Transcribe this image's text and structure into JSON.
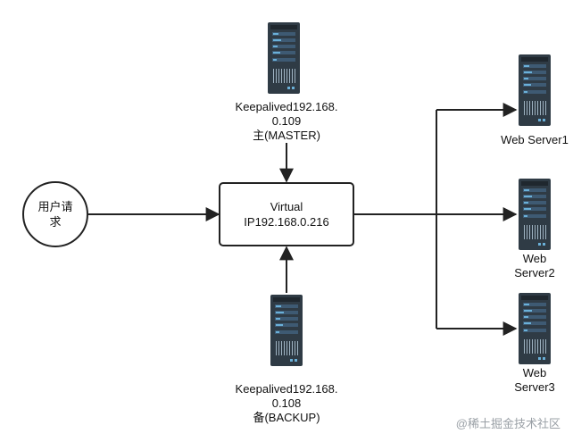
{
  "client": {
    "lines": [
      "用户请",
      "求"
    ]
  },
  "virtual_ip": {
    "lines": [
      "Virtual",
      "IP192.168.0.216"
    ]
  },
  "master": {
    "lines": [
      "Keepalived192.168.",
      "0.109",
      "主(MASTER)"
    ]
  },
  "backup": {
    "lines": [
      "Keepalived192.168.",
      "0.108",
      "备(BACKUP)"
    ]
  },
  "web_servers": [
    {
      "lines": [
        "Web Server1"
      ]
    },
    {
      "lines": [
        "Web",
        "Server2"
      ]
    },
    {
      "lines": [
        "Web",
        "Server3"
      ]
    }
  ],
  "watermark": "@稀土掘金技术社区",
  "colors": {
    "line": "#222222",
    "server_body": "#2f3b45",
    "server_panel": "#3e5a73",
    "server_accent": "#6ab0d8"
  }
}
